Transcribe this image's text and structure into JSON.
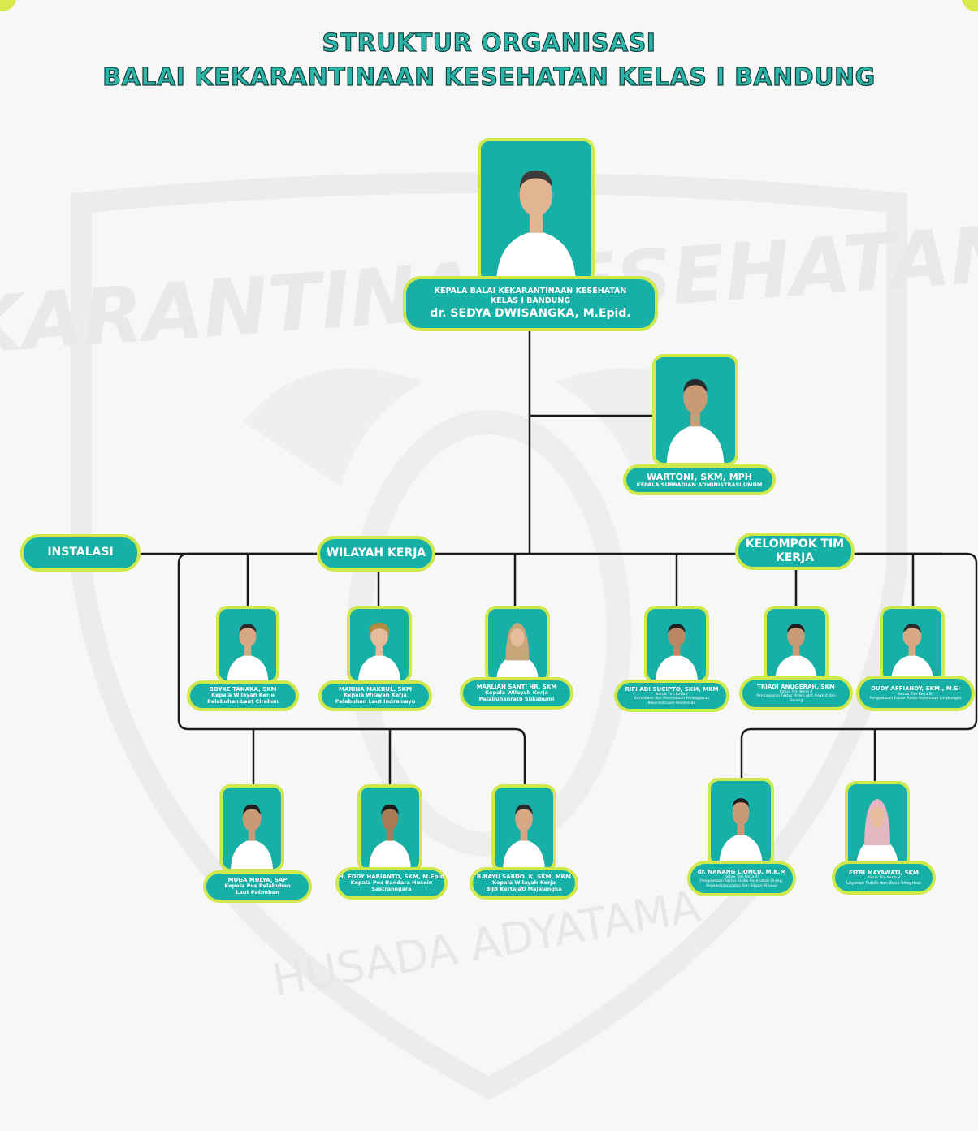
{
  "title": {
    "line1": "STRUKTUR ORGANISASI",
    "line2": "BALAI KEKARANTINAAN KESEHATAN KELAS I BANDUNG"
  },
  "watermark": {
    "top_text": "KARANTINA KESEHATAN",
    "bottom_text": "HUSADA ADYATAMA"
  },
  "head": {
    "title_line1": "KEPALA BALAI KEKARANTINAAN KESEHATAN",
    "title_line2": "KELAS I BANDUNG",
    "name": "dr. SEDYA DWISANGKA, M.Epid."
  },
  "admin": {
    "name": "WARTONI, SKM, MPH",
    "role": "KEPALA SUBBAGIAN ADMINISTRASI UMUM"
  },
  "departments": {
    "instalasi": "INSTALASI",
    "wilayah_kerja": "WILAYAH KERJA",
    "kelompok_tim_kerja": "KELOMPOK TIM KERJA"
  },
  "wilayah_row1": [
    {
      "name": "BOYKE TANAKA, SKM",
      "role": "Kepala Wilayah Kerja",
      "desc": "Pelabuhan Laut Cirebon"
    },
    {
      "name": "MARINA MAKBUL, SKM",
      "role": "Kepala Wilayah Kerja",
      "desc": "Pelabuhan Laut Indramayu"
    },
    {
      "name": "MARLIAH SANTI HR, SKM",
      "role": "Kepala Wilayah Kerja",
      "desc": "Palabuhanratu Sukabumi"
    }
  ],
  "tim_row1": [
    {
      "name": "RIFI ADI SUCIPTO, SKM, MKM",
      "role": "Ketua Tim Kerja I",
      "desc": "Surveilans dan Pemindaian Pelanggaran Kekarantinaan Kesehatan"
    },
    {
      "name": "TRIADI ANUGERAH, SKM",
      "role": "Ketua Tim Kerja II",
      "desc": "Pengawasan Faktor Risiko Alat Angkut dan Barang"
    },
    {
      "name": "DUDY AFFIANDY, SKM., M.Si",
      "role": "Ketua Tim Kerja III",
      "desc": "Pengawasan Faktor Risiko Kesehatan Lingkungan"
    }
  ],
  "wilayah_row2": [
    {
      "name": "MUGA MULYA, SAP",
      "role": "Kepala Pos Pelabuhan",
      "desc": "Laut Patimban"
    },
    {
      "name": "H. EDDY HARIANTO, SKM, M.Epid",
      "role": "Kepala Pos Bandara Husein",
      "desc": "Sastranegara"
    },
    {
      "name": "B.BAYU SABDO. K, SKM, MKM",
      "role": "Kepala Wilayah Kerja",
      "desc": "BIJB Kertajati Majalengka"
    }
  ],
  "tim_row2": [
    {
      "name": "dr. NANANG LIONCU, M.K.M",
      "role": "Ketua Tim Kerja IV",
      "desc": "Pengawasan Faktor Risiko Kesehatan Orang, Kegawatdaruratan dan Situasi Khusus"
    },
    {
      "name": "FITRI MAYAWATI, SKM",
      "role": "Ketua Tim Kerja V",
      "desc": "Layanan Publik dan Zona Integritas"
    }
  ],
  "colors": {
    "teal": "#17b0a6",
    "lime": "#cfe84a",
    "title_fill": "#2bb5a8",
    "line": "#1a1a1a"
  }
}
